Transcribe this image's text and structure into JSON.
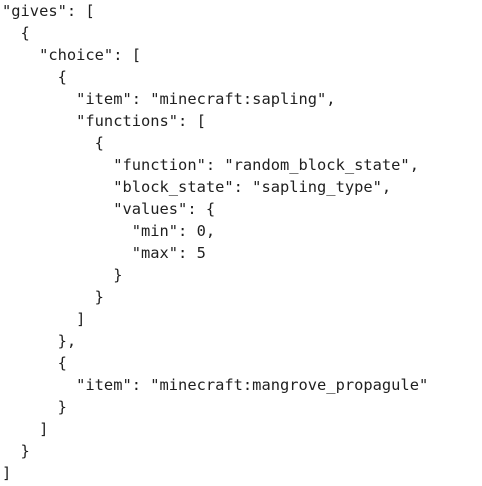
{
  "code": {
    "lines": [
      "\"gives\": [",
      "  {",
      "    \"choice\": [",
      "      {",
      "        \"item\": \"minecraft:sapling\",",
      "        \"functions\": [",
      "          {",
      "            \"function\": \"random_block_state\",",
      "            \"block_state\": \"sapling_type\",",
      "            \"values\": {",
      "              \"min\": 0,",
      "              \"max\": 5",
      "            }",
      "          }",
      "        ]",
      "      },",
      "      {",
      "        \"item\": \"minecraft:mangrove_propagule\"",
      "      }",
      "    ]",
      "  }",
      "]"
    ]
  }
}
